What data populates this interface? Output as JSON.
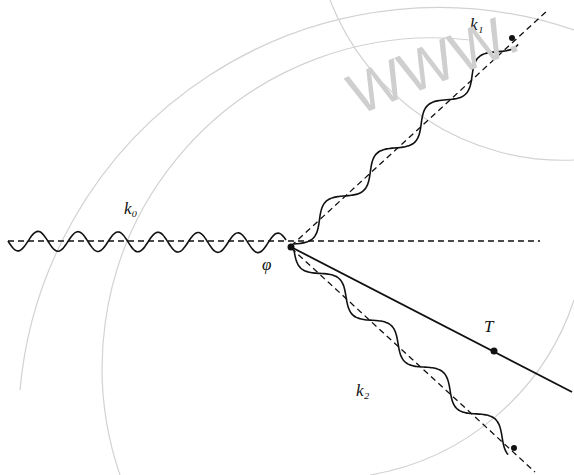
{
  "diagram": {
    "labels": [
      "k₀",
      "k₁",
      "k₂",
      "T",
      "φ",
      "WWW."
    ]
  }
}
